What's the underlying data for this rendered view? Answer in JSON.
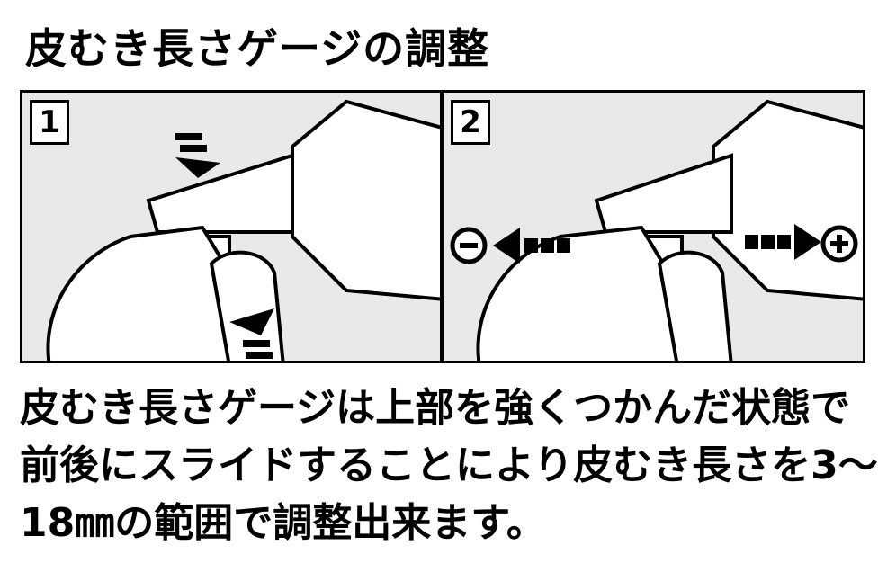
{
  "title": "皮むき長さゲージの調整",
  "panels": [
    {
      "number": "1",
      "sign": ""
    },
    {
      "number": "2",
      "minus": "−",
      "plus": "+"
    }
  ],
  "description": [
    "皮むき長さゲージは上部を強くつかんだ状態で",
    "前後にスライドすることにより皮むき長さを3〜",
    "18㎜の範囲で調整出来ます。"
  ]
}
